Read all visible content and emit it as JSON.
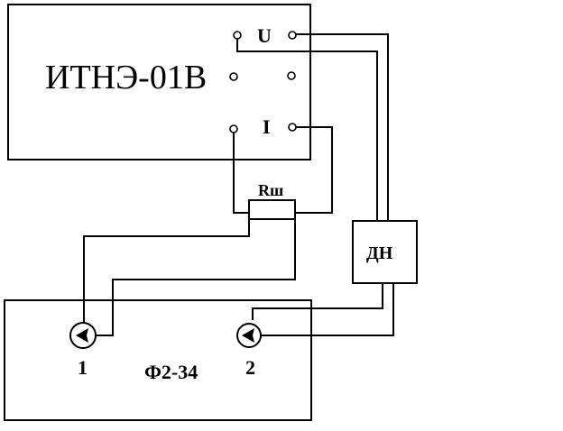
{
  "device_top": {
    "label": "ИТНЭ-01В",
    "terminal_u": "U",
    "terminal_i": "I"
  },
  "shunt": {
    "label": "Rш"
  },
  "divider": {
    "label": "ДН"
  },
  "device_bottom": {
    "label": "Ф2-34",
    "input_1": "1",
    "input_2": "2"
  },
  "colors": {
    "line": "#000000",
    "background": "#ffffff"
  }
}
